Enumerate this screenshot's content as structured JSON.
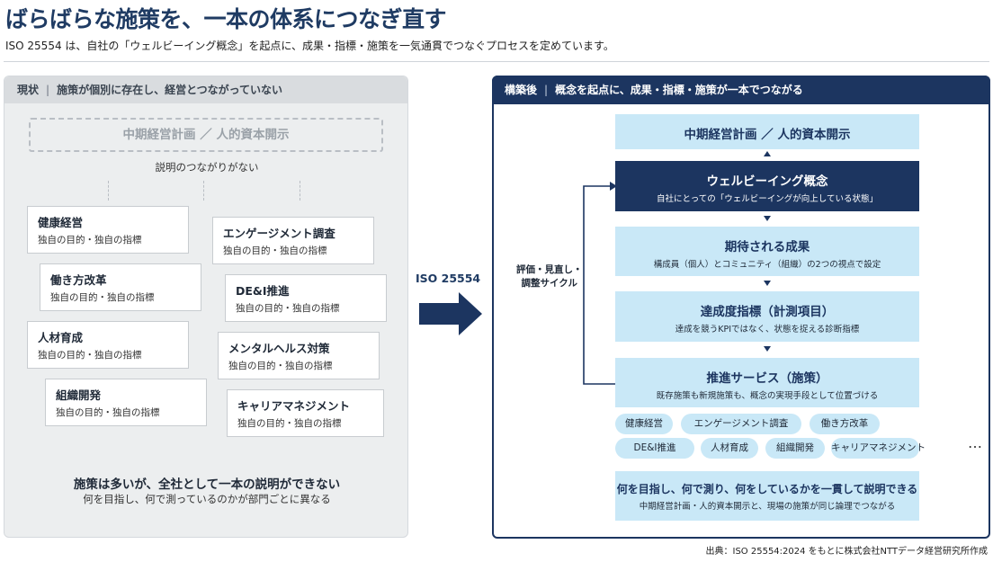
{
  "page": {
    "title": "ばらばらな施策を、一本の体系につなぎ直す",
    "subtitle": "ISO 25554 は、自社の「ウェルビーイング概念」を起点に、成果・指標・施策を一気通貫でつなぐプロセスを定めています。",
    "source": "出典：ISO 25554:2024 をもとに株式会社NTTデータ経営研究所作成"
  },
  "left": {
    "header_tag": "現状",
    "header_text": "施策が個別に存在し、経営とつながっていない",
    "dashed_box": "中期経営計画 ／ 人的資本開示",
    "no_explanation": "説明のつながりがない",
    "initiatives": [
      {
        "name": "健康経営",
        "desc": "独自の目的・独自の指標"
      },
      {
        "name": "エンゲージメント調査",
        "desc": "独自の目的・独自の指標"
      },
      {
        "name": "働き方改革",
        "desc": "独自の目的・独自の指標"
      },
      {
        "name": "DE&I推進",
        "desc": "独自の目的・独自の指標"
      },
      {
        "name": "人材育成",
        "desc": "独自の目的・独自の指標"
      },
      {
        "name": "メンタルヘルス対策",
        "desc": "独自の目的・独自の指標"
      },
      {
        "name": "組織開発",
        "desc": "独自の目的・独自の指標"
      },
      {
        "name": "キャリアマネジメント",
        "desc": "独自の目的・独自の指標"
      }
    ],
    "conclusion": "施策は多いが、全社として一本の説明ができない",
    "conclusion_sub": "何を目指し、何で測っているのかが部門ごとに異なる"
  },
  "middle": {
    "label": "ISO 25554"
  },
  "right": {
    "header_tag": "構築後",
    "header_text": "概念を起点に、成果・指標・施策が一本でつながる",
    "cycle_label_1": "評価・見直し・",
    "cycle_label_2": "調整サイクル",
    "top_box": "中期経営計画 ／ 人的資本開示",
    "steps": [
      {
        "title": "ウェルビーイング概念",
        "sub": "自社にとっての「ウェルビーイングが向上している状態」"
      },
      {
        "title": "期待される成果",
        "sub": "構成員（個人）とコミュニティ（組織）の2つの視点で設定"
      },
      {
        "title": "達成度指標（計測項目）",
        "sub": "達成を競うKPIではなく、状態を捉える診断指標"
      },
      {
        "title": "推進サービス（施策）",
        "sub": "既存施策も新規施策も、概念の実現手段として位置づける"
      }
    ],
    "pills": [
      "健康経営",
      "エンゲージメント調査",
      "働き方改革",
      "DE&I推進",
      "人材育成",
      "組織開発",
      "キャリアマネジメント"
    ],
    "ellipsis": "…",
    "conclusion": "何を目指し、何で測り、何をしているかを一貫して説明できる",
    "conclusion_sub": "中期経営計画・人的資本開示と、現場の施策が同じ論理でつながる"
  },
  "colors": {
    "navy": "#1c3560",
    "light_blue": "#c9e8f7",
    "left_bg": "#eceeef"
  }
}
